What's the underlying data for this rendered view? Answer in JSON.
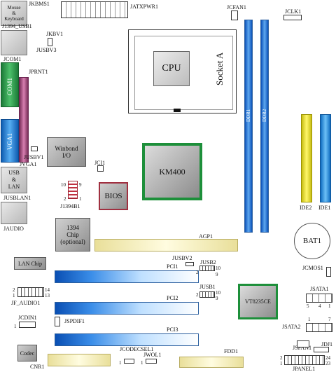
{
  "labels": {
    "jkbms1": "JKBMS1",
    "mouse": "Mouse",
    "amp": "&",
    "keyboard": "Keyboard",
    "jatxpwr1": "JATXPWR1",
    "jcfan1": "JCFAN1",
    "jclk1": "JCLK1",
    "j1394_usb1": "J1394_USB1",
    "jkbv1": "JKBV1",
    "jusbv3": "JUSBV3",
    "jcom1": "JCOM1",
    "com1": "COM1",
    "jprnt1": "JPRNT1",
    "vga1": "VGA1",
    "jvga1": "JVGA1",
    "jusbv1": "JUSBV1",
    "winbond": "Winbond",
    "io": "I/O",
    "jci1": "JCI1",
    "usb": "USB",
    "lan": "LAN",
    "jusblan1": "JUSBLAN1",
    "j1394b1": "J1394B1",
    "h10": "10",
    "h9": "9",
    "h2": "2",
    "h1": "1",
    "bios": "BIOS",
    "km400": "KM400",
    "cpu": "CPU",
    "socket": "Socket A",
    "ddr1": "DDR1",
    "ddr2": "DDR2",
    "ide2": "IDE2",
    "ide1": "IDE1",
    "jaudio": "JAUDIO",
    "chip1394a": "1394",
    "chip1394b": "Chip",
    "chip1394c": "(optional)",
    "agp1": "AGP1",
    "bat1": "BAT1",
    "lanchip": "LAN Chip",
    "jusbv2": "JUSBV2",
    "pci1": "PCI1",
    "jusb2": "JUSB2",
    "jcmos1": "JCMOS1",
    "jf_audio1": "JF_AUDIO1",
    "n2": "2",
    "n1": "1",
    "n14": "14",
    "n13": "13",
    "n10": "10",
    "n9": "9",
    "n5": "5",
    "n4": "4",
    "n7": "7",
    "jusb1": "JUSB1",
    "pci2": "PCI2",
    "vt8235ce": "VT8235CE",
    "jsata1": "JSATA1",
    "jcdin1": "JCDIN1",
    "jspdif1": "JSPDIF1",
    "pci3": "PCI3",
    "jsata2": "JSATA2",
    "codec": "Codec",
    "jcodecsel1": "JCODECSEL1",
    "jwol1": "JWOL1",
    "fdd1": "FDD1",
    "jsfan1": "JSFAN1",
    "jdj1": "JDJ1",
    "cnr1": "CNR1",
    "jpanel1": "JPANEL1",
    "n24": "24",
    "n23": "23"
  },
  "colors": {
    "com_green": "#2e9a4a",
    "vga_blue": "#1e7fd8",
    "lpt_purple": "#b0447e",
    "chipset_green": "#1d8f3a",
    "ide_yellow": "#f2ea2e",
    "ide_blue": "#1e8fe0"
  }
}
